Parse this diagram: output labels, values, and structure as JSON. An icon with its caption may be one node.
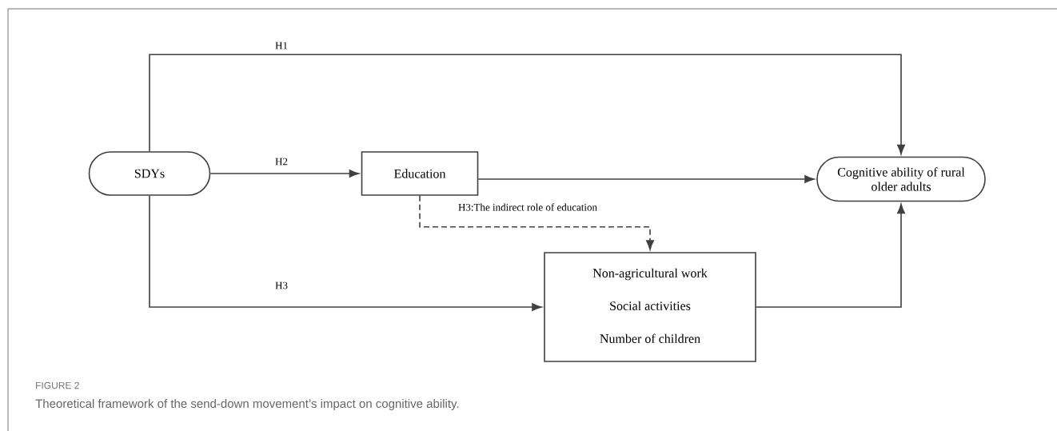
{
  "diagram": {
    "caption": "Theoretical framework of the send-down movement’s impact on cognitive ability.",
    "nodes": [
      {
        "text": [
          "SDYs"
        ]
      },
      {
        "text": [
          "Education"
        ]
      },
      {
        "text": [
          "Cognitive ability of rural older adults"
        ]
      },
      {
        "text": [
          "Non-agricultural work",
          "Social activities",
          "Number of children"
        ]
      }
    ],
    "edges": [
      {
        "from": 0,
        "to": 2,
        "arrow": "to",
        "label": "H1"
      },
      {
        "from": 0,
        "to": 1,
        "arrow": "to",
        "label": "H2"
      },
      {
        "from": 1,
        "to": 2,
        "arrow": "to"
      },
      {
        "from": 0,
        "to": 3,
        "arrow": "to",
        "label": "H3"
      },
      {
        "from": 1,
        "to": 3,
        "arrow": "to",
        "label": "H3:The indirect role of education",
        "style": "dashed"
      },
      {
        "from": 3,
        "to": 2,
        "arrow": "to"
      }
    ],
    "labels": [
      "FIGURE 2"
    ]
  }
}
